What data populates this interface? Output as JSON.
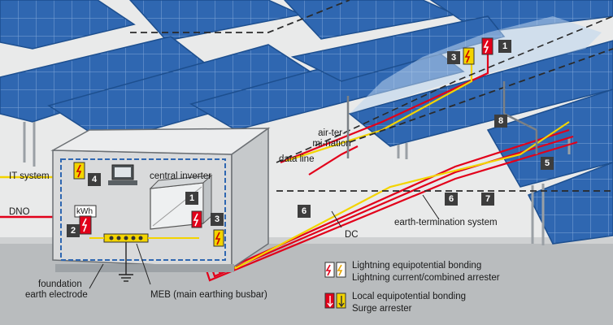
{
  "labels": {
    "it_system": "IT system",
    "dno": "DNO",
    "kwh": "kWh",
    "central_inverter": "central inverter",
    "air_termination_1": "air-ter-",
    "air_termination_2": "mi-nation",
    "data_line": "data line",
    "earth_termination": "earth-termination system",
    "dc": "DC",
    "foundation_1": "foundation",
    "foundation_2": "earth electrode",
    "meb": "MEB (main earthing busbar)"
  },
  "badges": {
    "b1_top": "1",
    "b3_top": "3",
    "b8": "8",
    "b5": "5",
    "b6_right": "6",
    "b7": "7",
    "b6_left": "6",
    "b4": "4",
    "b2": "2",
    "b1_inv": "1",
    "b3_inv": "3"
  },
  "legend": {
    "row1_line1": "Lightning equipotential bonding",
    "row1_line2": "Lightning current/combined arrester",
    "row2_line1": "Local equipotential bonding",
    "row2_line2": "Surge arrester"
  },
  "colors": {
    "panel": "#2f67b1",
    "panel_grid": "#7fa6d8",
    "ground": "#b9bcbe",
    "sky": "#e9eaea",
    "red_line": "#e2001a",
    "yellow_line": "#f3d400",
    "badge_bg": "#3d3d3d"
  },
  "icons": [
    "lightning-arrester-icon",
    "combined-arrester-icon",
    "local-bonding-icon",
    "surge-arrester-icon",
    "computer-icon",
    "kwh-meter-icon",
    "inverter-icon",
    "ground-symbol-icon"
  ]
}
